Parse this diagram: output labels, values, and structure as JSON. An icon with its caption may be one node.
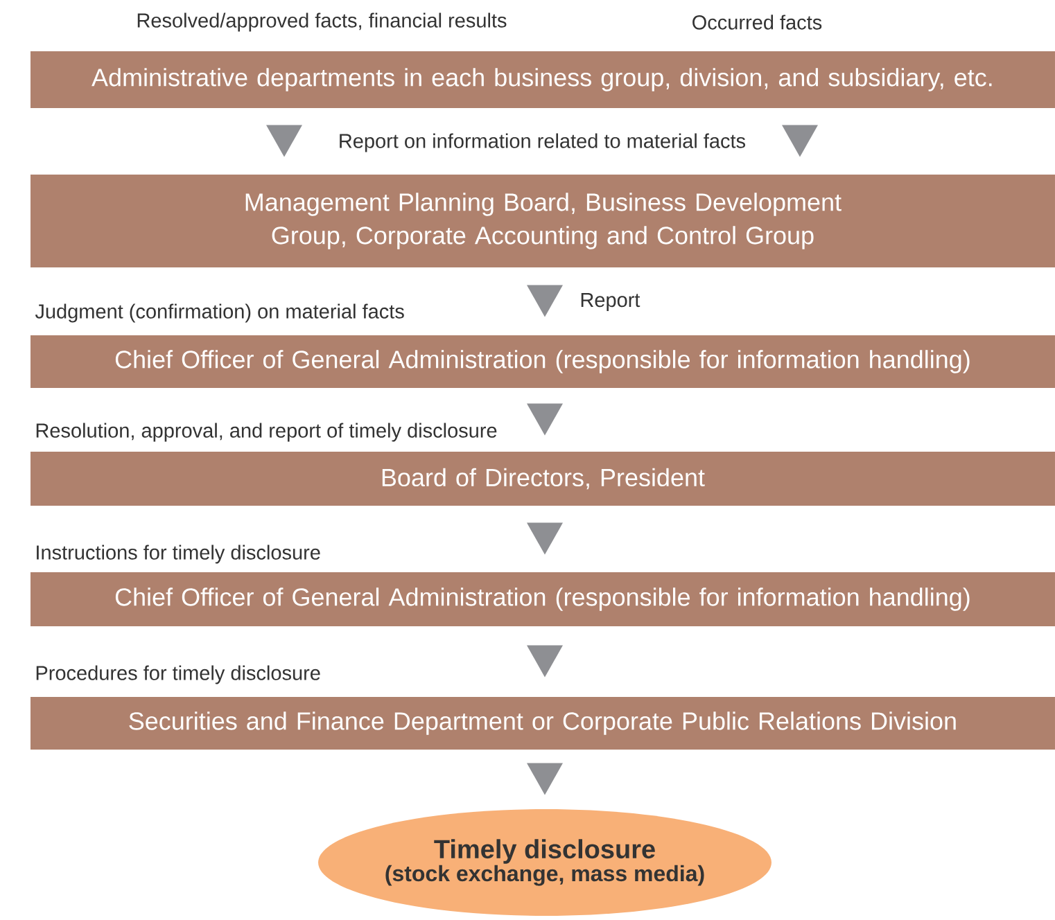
{
  "diagram": {
    "nodes": [
      {
        "text": [
          "Administrative departments in each business group, division, and subsidiary, etc."
        ]
      },
      {
        "text": [
          "Management Planning Board, Business Development Group, Corporate Accounting and Control Group"
        ]
      },
      {
        "text": [
          "Chief Officer of General Administration (responsible for information handling)"
        ]
      },
      {
        "text": [
          "Board of Directors, President"
        ]
      },
      {
        "text": [
          "Chief Officer of General Administration (responsible for information handling)"
        ]
      },
      {
        "text": [
          "Securities and Finance Department or Corporate Public Relations Division"
        ]
      },
      {
        "text": [
          "Timely disclosure",
          "(stock exchange, mass media)"
        ]
      }
    ],
    "edges": [
      {
        "from": 0,
        "to": 1,
        "arrow": "to",
        "label": "Report on information related to material facts"
      },
      {
        "from": 0,
        "to": 1,
        "arrow": "to"
      },
      {
        "from": 1,
        "to": 2,
        "arrow": "to",
        "label": "Report"
      },
      {
        "from": 2,
        "to": 3,
        "arrow": "to"
      },
      {
        "from": 3,
        "to": 4,
        "arrow": "to"
      },
      {
        "from": 4,
        "to": 5,
        "arrow": "to"
      },
      {
        "from": 5,
        "to": 6,
        "arrow": "to"
      }
    ],
    "labels": [
      "Resolved/approved facts, financial results",
      "Occurred facts",
      "Judgment (confirmation) on material facts",
      "Resolution, approval, and report of timely disclosure",
      "Instructions for timely disclosure",
      "Procedures for timely disclosure"
    ]
  }
}
